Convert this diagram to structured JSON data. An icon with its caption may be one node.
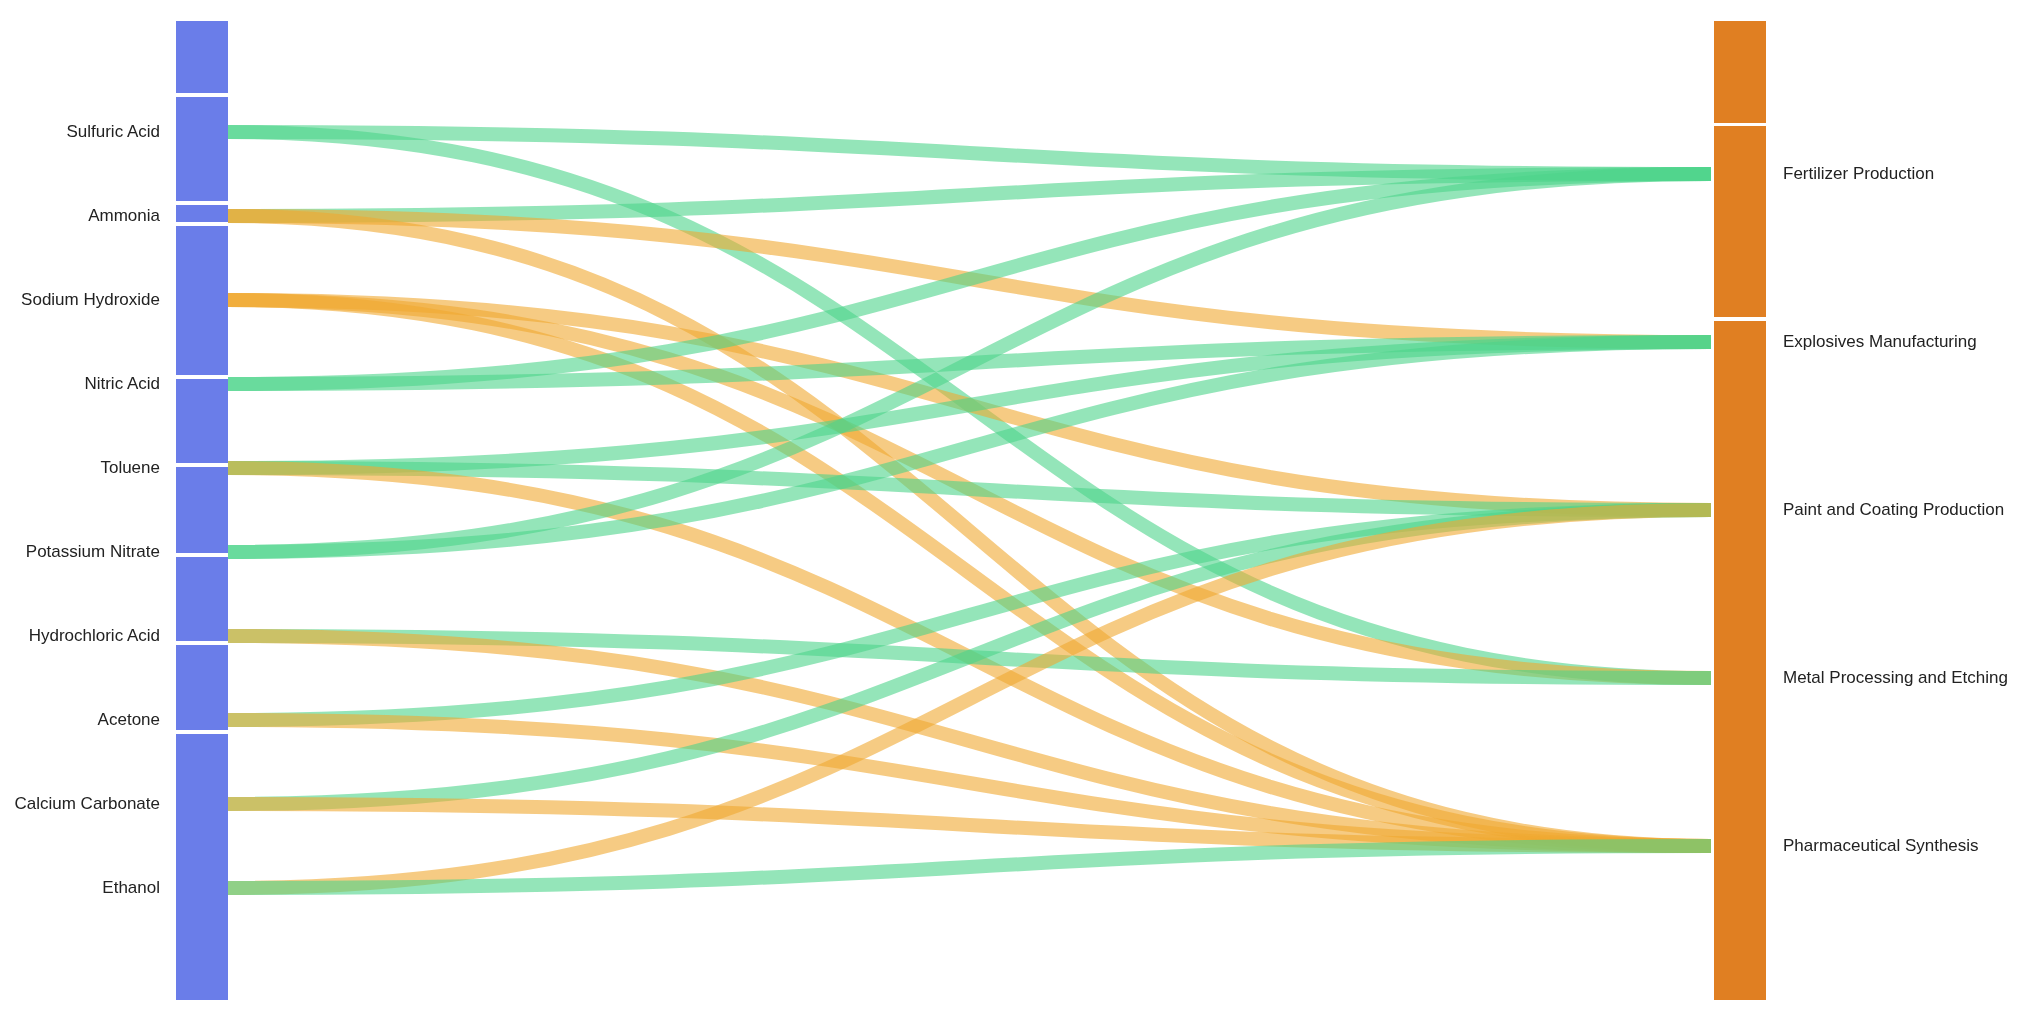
{
  "diagram": {
    "nodes": [
      {
        "text": [
          "Sulfuric Acid"
        ]
      },
      {
        "text": [
          "Ammonia"
        ]
      },
      {
        "text": [
          "Sodium Hydroxide"
        ]
      },
      {
        "text": [
          "Nitric Acid"
        ]
      },
      {
        "text": [
          "Toluene"
        ]
      },
      {
        "text": [
          "Potassium Nitrate"
        ]
      },
      {
        "text": [
          "Hydrochloric Acid"
        ]
      },
      {
        "text": [
          "Acetone"
        ]
      },
      {
        "text": [
          "Calcium Carbonate"
        ]
      },
      {
        "text": [
          "Ethanol"
        ]
      },
      {
        "text": [
          "Fertilizer Production"
        ]
      },
      {
        "text": [
          "Explosives Manufacturing"
        ]
      },
      {
        "text": [
          "Paint and Coating Production"
        ]
      },
      {
        "text": [
          "Metal Processing and Etching"
        ]
      },
      {
        "text": [
          "Pharmaceutical Synthesis"
        ]
      }
    ],
    "edges": [
      {
        "from": 0,
        "to": 10,
        "arrow": "none"
      },
      {
        "from": 0,
        "to": 13,
        "arrow": "none"
      },
      {
        "from": 1,
        "to": 10,
        "arrow": "none"
      },
      {
        "from": 1,
        "to": 11,
        "arrow": "none",
        "color": "#f0a830"
      },
      {
        "from": 1,
        "to": 14,
        "arrow": "none",
        "color": "#f0a830"
      },
      {
        "from": 2,
        "to": 12,
        "arrow": "none",
        "color": "#f0a830"
      },
      {
        "from": 2,
        "to": 13,
        "arrow": "none",
        "color": "#f0a830"
      },
      {
        "from": 2,
        "to": 14,
        "arrow": "none",
        "color": "#f0a830"
      },
      {
        "from": 3,
        "to": 10,
        "arrow": "none"
      },
      {
        "from": 3,
        "to": 11,
        "arrow": "none"
      },
      {
        "from": 4,
        "to": 11,
        "arrow": "none"
      },
      {
        "from": 4,
        "to": 12,
        "arrow": "none"
      },
      {
        "from": 4,
        "to": 14,
        "arrow": "none",
        "color": "#f0a830"
      },
      {
        "from": 5,
        "to": 10,
        "arrow": "none"
      },
      {
        "from": 5,
        "to": 11,
        "arrow": "none"
      },
      {
        "from": 6,
        "to": 13,
        "arrow": "none"
      },
      {
        "from": 6,
        "to": 14,
        "arrow": "none",
        "color": "#f0a830"
      },
      {
        "from": 7,
        "to": 12,
        "arrow": "none"
      },
      {
        "from": 7,
        "to": 14,
        "arrow": "none",
        "color": "#f0a830"
      },
      {
        "from": 8,
        "to": 12,
        "arrow": "none"
      },
      {
        "from": 8,
        "to": 14,
        "arrow": "none",
        "color": "#f0a830"
      },
      {
        "from": 9,
        "to": 12,
        "arrow": "none",
        "color": "#f0a830"
      },
      {
        "from": 9,
        "to": 14,
        "arrow": "none"
      }
    ]
  }
}
